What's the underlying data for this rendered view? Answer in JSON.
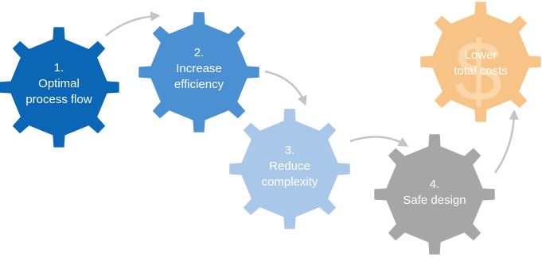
{
  "steps": [
    {
      "number": "1.",
      "line1": "Optimal",
      "line2": "process flow",
      "color": "#0b66b5"
    },
    {
      "number": "2.",
      "line1": "Increase",
      "line2": "efficiency",
      "color": "#4a90d3"
    },
    {
      "number": "3.",
      "line1": "Reduce",
      "line2": "complexity",
      "color": "#a9c7e9"
    },
    {
      "number": "4.",
      "line1": "Safe design",
      "line2": "",
      "color": "#a6a6a6"
    }
  ],
  "goal": {
    "line1": "Lower",
    "line2": "total costs",
    "symbol": "$",
    "color": "#f8c386",
    "symbol_color": "#fbd7ab"
  },
  "arrow_color": "#c4c4c4"
}
